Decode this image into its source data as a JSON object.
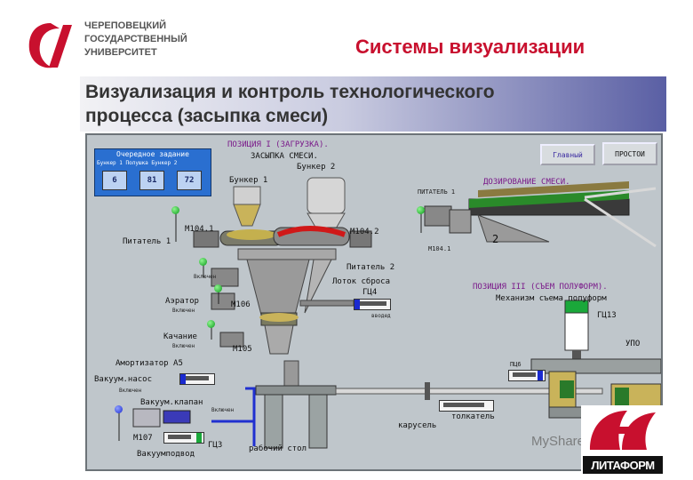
{
  "header": {
    "university_lines": [
      "ЧЕРЕПОВЕЦКИЙ",
      "ГОСУДАРСТВЕННЫЙ",
      "УНИВЕРСИТЕТ"
    ],
    "slide_title": "Системы визуализации",
    "banner_lines": [
      "Визуализация и контроль технологического",
      "процесса (засыпка смеси)"
    ]
  },
  "scada": {
    "task_panel": {
      "title": "Очередное задание",
      "heads": "Бункер 1 Полушка Бункер 2",
      "values": [
        "6",
        "81",
        "72"
      ]
    },
    "pos1_title": "ПОЗИЦИЯ I (ЗАГРУЗКА).",
    "pos1_sub": "ЗАСЫПКА СМЕСИ.",
    "bunker1": "Бункер 1",
    "bunker2": "Бункер 2",
    "m1041": "M104.1",
    "m1042": "M104.2",
    "feeder1": "Питатель 1",
    "feeder2": "Питатель 2",
    "tray": "Лоток сброса",
    "gc4": "ГЦ4",
    "aerator": "Аэратор",
    "m106": "M106",
    "swing": "Качание",
    "m105": "M105",
    "damper": "Амортизатор А5",
    "vac_pump": "Вакуум.насос",
    "vac_valve": "Вакуум.клапан",
    "m107": "M107",
    "gc3": "ГЦ3",
    "vac_feed": "Вакуумподвод",
    "work_table": "рабочий стол",
    "carousel": "карусель",
    "pusher": "толкатель",
    "on_label": "Включен",
    "in_label": "вводед",
    "btn_main": "Главный",
    "btn_idle": "ПРОСТОИ",
    "dosing_title": "ДОЗИРОВАНИЕ СМЕСИ.",
    "feeder1_right": "ПИТАТЕЛЬ 1",
    "m1041_right": "M104.1",
    "num2": "2",
    "pos3_title": "ПОЗИЦИЯ III (СЪЕМ ПОЛУФОРМ).",
    "pos3_sub": "Механизм съема полуформ",
    "gc13": "ГЦ13",
    "gc6": "ПЦ6",
    "upo": "УПО"
  },
  "logo": {
    "company": "ЛИТАФОРМ",
    "watermark": "MyShared"
  },
  "colors": {
    "accent_red": "#c8102e",
    "scada_bg": "#bfc6cb",
    "task_blue": "#2a6fd0"
  }
}
